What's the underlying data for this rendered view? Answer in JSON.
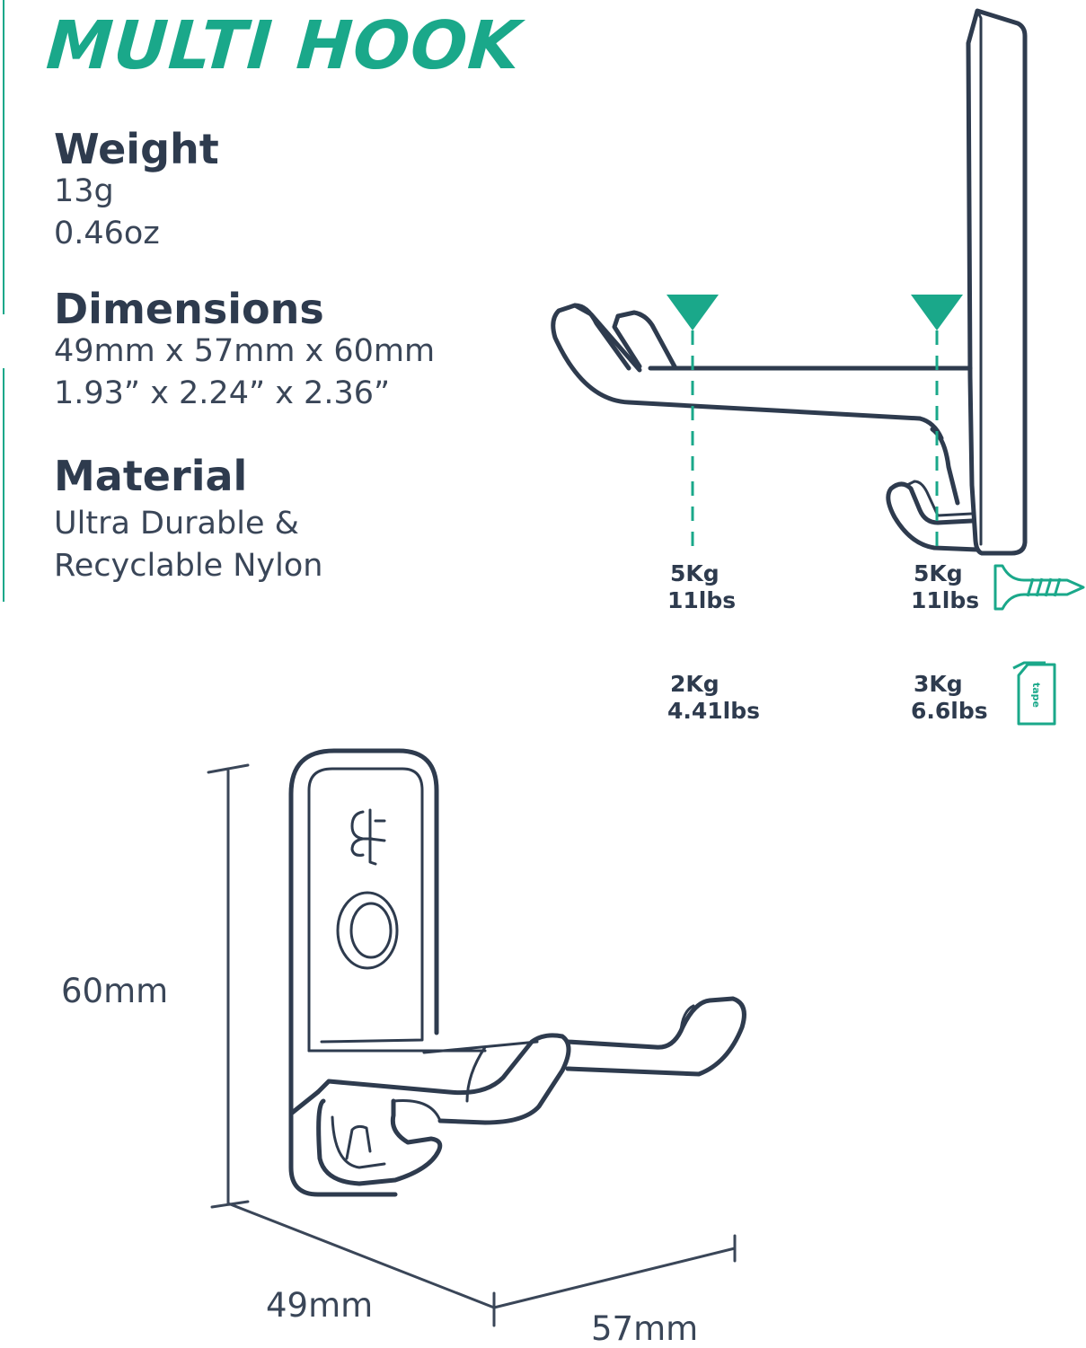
{
  "title": "MULTI HOOK",
  "specs": {
    "weight": {
      "heading": "Weight",
      "lines": [
        "13g",
        "0.46oz"
      ]
    },
    "dimensions": {
      "heading": "Dimensions",
      "lines": [
        "49mm x 57mm x 60mm",
        "1.93” x 2.24” x 2.36”"
      ]
    },
    "material": {
      "heading": "Material",
      "lines": [
        "Ultra Durable  &",
        "Recyclable Nylon"
      ]
    }
  },
  "loads": {
    "screw": {
      "front": [
        "5Kg",
        "11lbs"
      ],
      "rear": [
        "5Kg",
        "11lbs"
      ]
    },
    "tape": {
      "front": [
        "2Kg",
        "4.41lbs"
      ],
      "rear": [
        "3Kg",
        "6.6lbs"
      ]
    }
  },
  "icons": {
    "screw": "screw-icon",
    "tape": "tape-icon",
    "tape_label": "tape",
    "load_point": "load-point-arrow-icon"
  },
  "dimension_labels": {
    "height": "60mm",
    "width": "49mm",
    "depth": "57mm"
  },
  "colors": {
    "accent": "#1aa88a",
    "ink": "#2e3b4e"
  }
}
